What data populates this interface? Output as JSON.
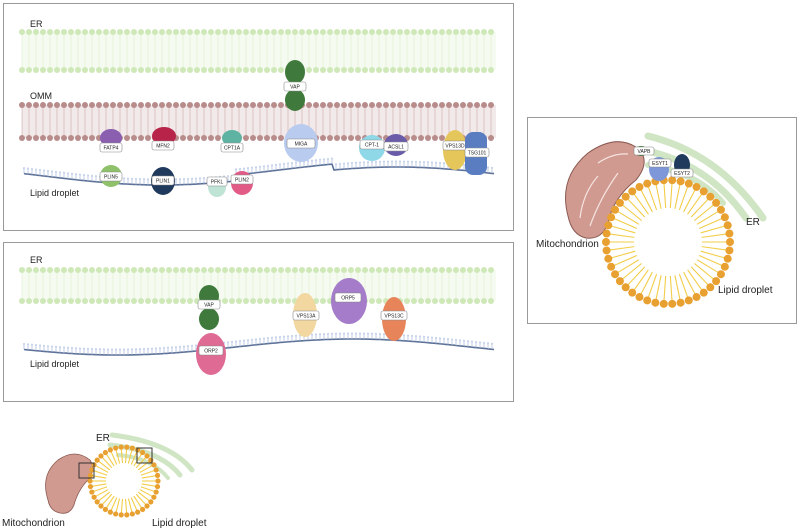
{
  "panel_top": {
    "er_label": "ER",
    "omm_label": "OMM",
    "ld_label": "Lipid droplet",
    "proteins": [
      "FATP4",
      "PLIN5",
      "MFN2",
      "PLIN1",
      "CPT1A",
      "PFKL",
      "PLIN2",
      "VAP",
      "MIGA",
      "CPT-1",
      "ACSL1",
      "VPS13D",
      "TSG101"
    ]
  },
  "panel_mid": {
    "er_label": "ER",
    "ld_label": "Lipid droplet",
    "proteins": [
      "VAP",
      "ORP2",
      "VPS13A",
      "ORP5",
      "VPS13C"
    ]
  },
  "panel_right": {
    "mito_label": "Mitochondrion",
    "er_label": "ER",
    "ld_label": "Lipid droplet",
    "proteins": [
      "VAPB",
      "ESYT1",
      "ESYT2"
    ]
  },
  "overview": {
    "er_label": "ER",
    "mito_label": "Mitochondrion",
    "ld_label": "Lipid droplet"
  },
  "colors": {
    "er_membrane": "#cfe8b8",
    "omm_membrane": "#b98c8c",
    "lipid_orange": "#e8a030",
    "lipid_tail": "#f2cd4a",
    "mito": "#d09a90",
    "er_sheet": "#cfe5c3"
  }
}
